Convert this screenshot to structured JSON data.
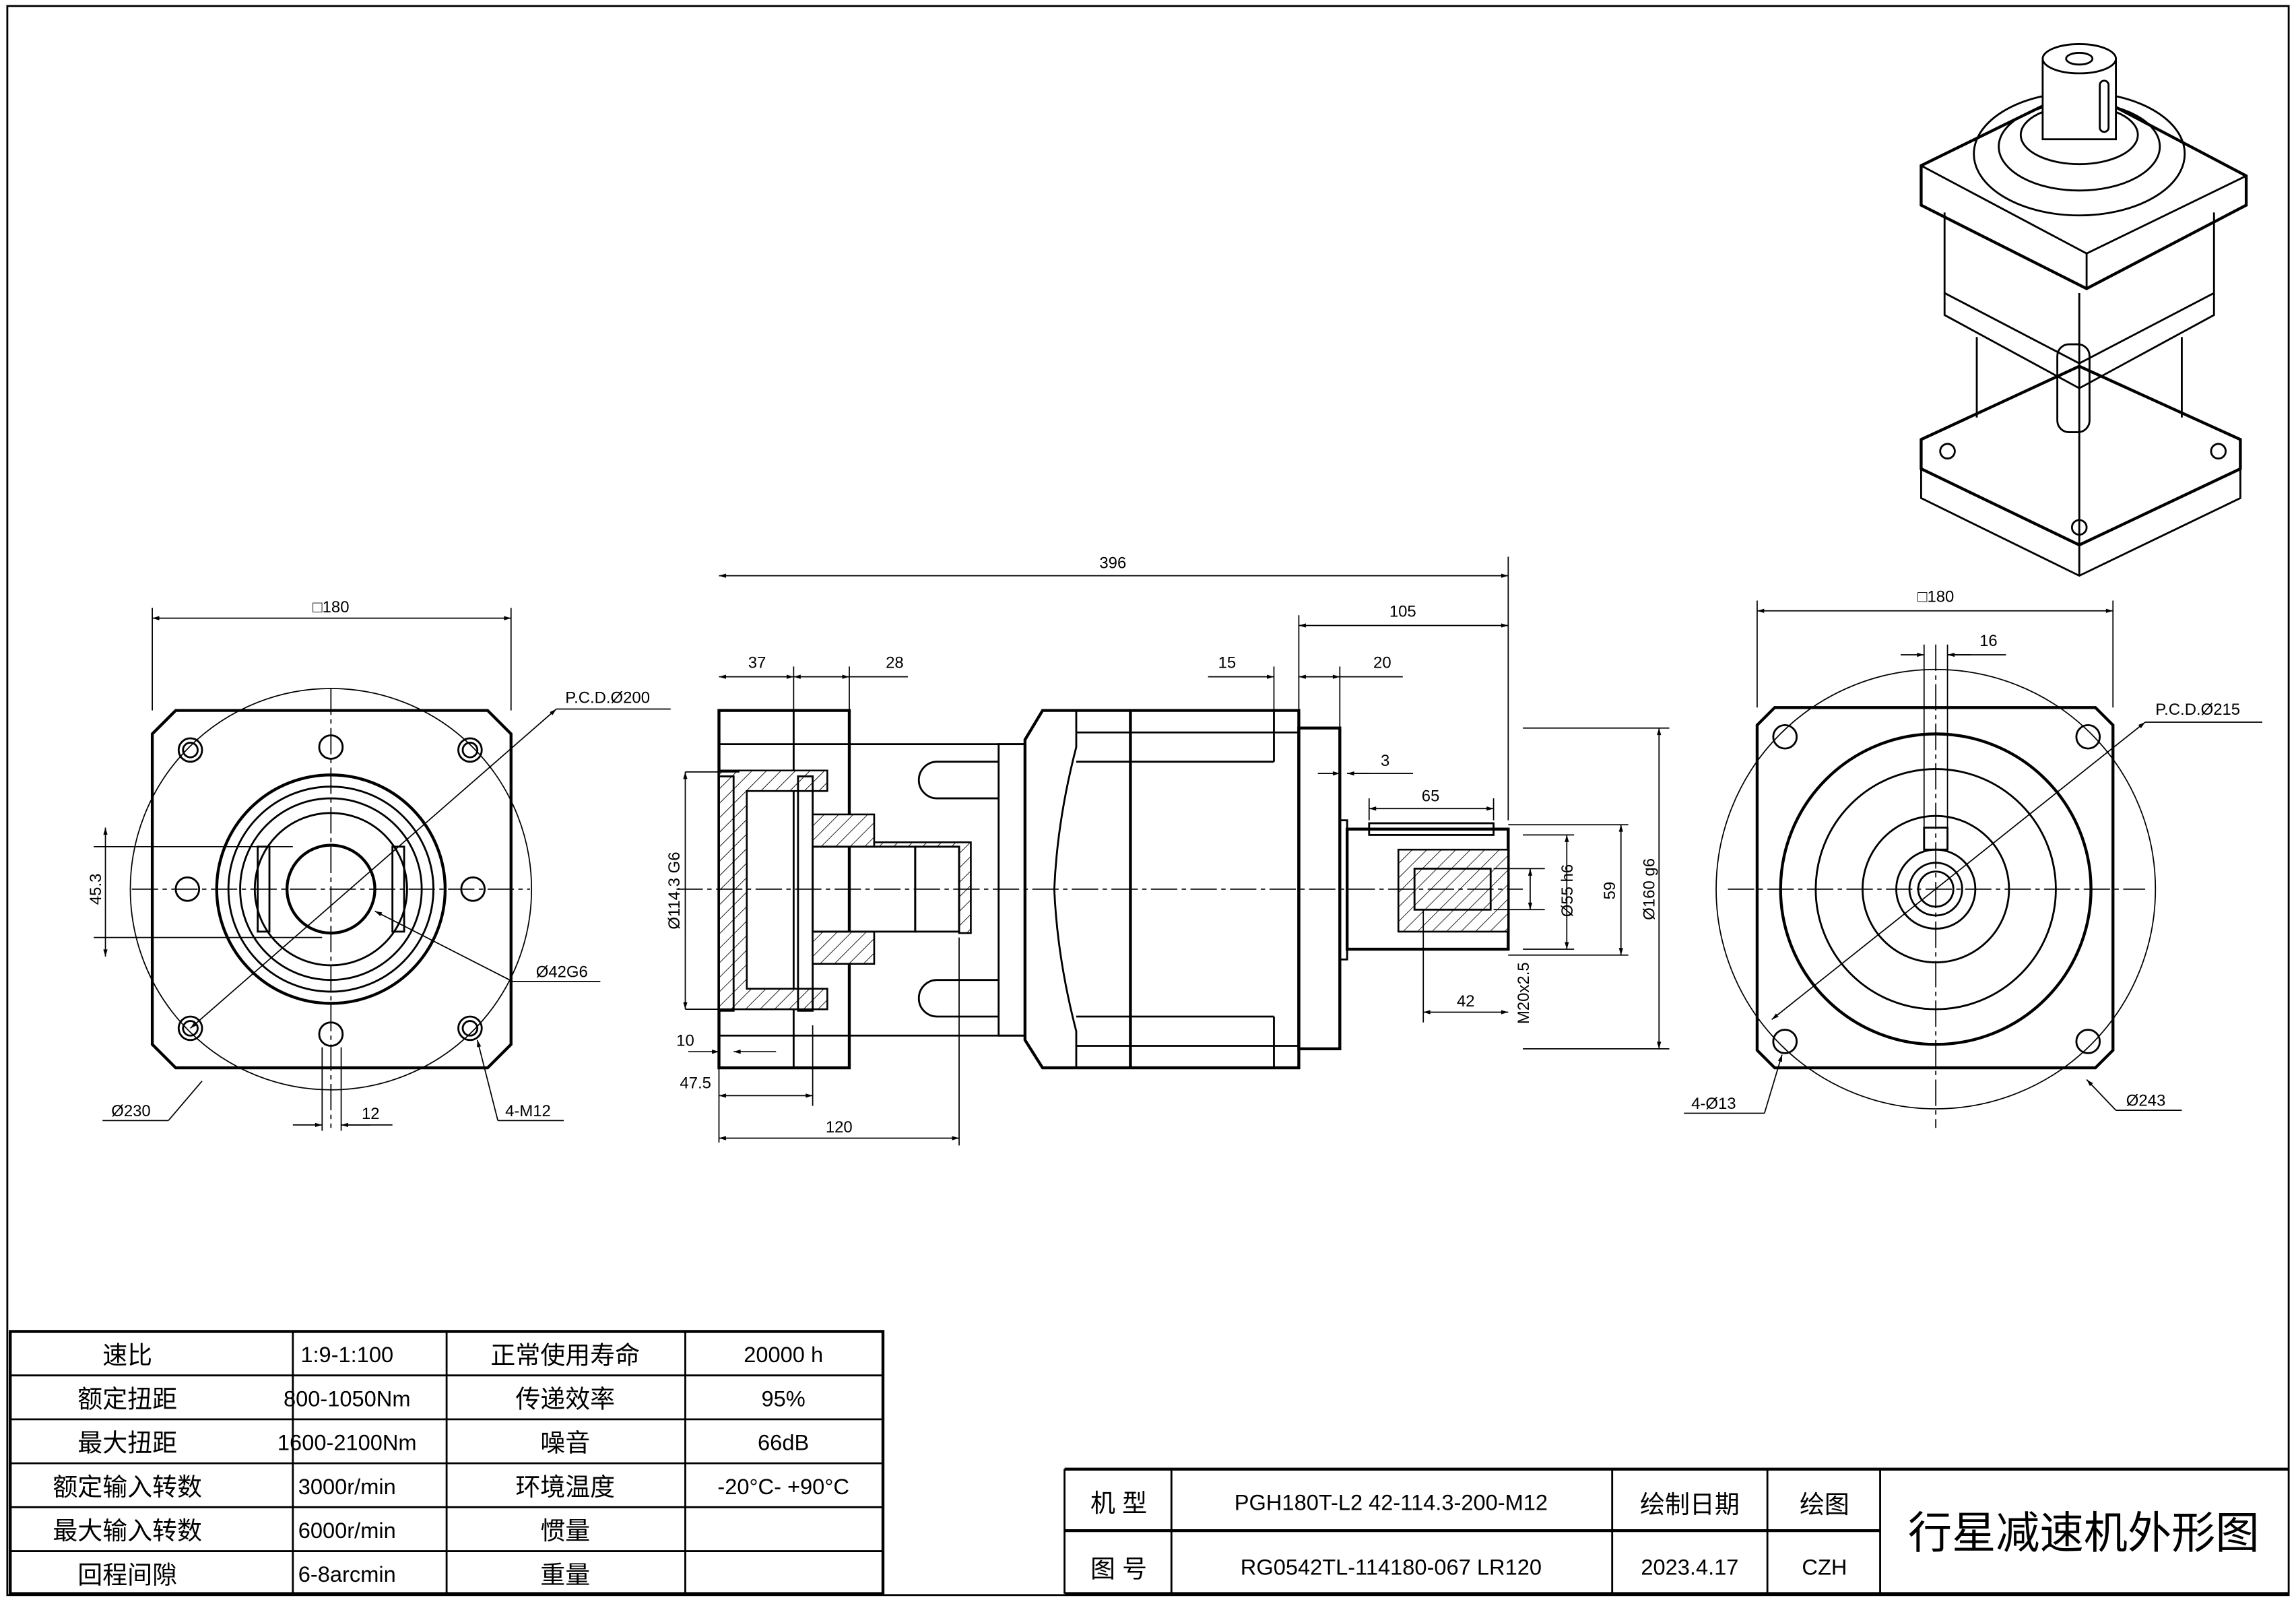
{
  "spec_table": {
    "rows": [
      {
        "label1": "速比",
        "value1": "1:9-1:100",
        "label2": "正常使用寿命",
        "value2": "20000 h"
      },
      {
        "label1": "额定扭距",
        "value1": "800-1050Nm",
        "label2": "传递效率",
        "value2": "95%"
      },
      {
        "label1": "最大扭距",
        "value1": "1600-2100Nm",
        "label2": "噪音",
        "value2": "66dB"
      },
      {
        "label1": "额定输入转数",
        "value1": "3000r/min",
        "label2": "环境温度",
        "value2": "-20°C- +90°C"
      },
      {
        "label1": "最大输入转数",
        "value1": "6000r/min",
        "label2": "惯量",
        "value2": ""
      },
      {
        "label1": "回程间隙",
        "value1": "6-8arcmin",
        "label2": "重量",
        "value2": ""
      }
    ]
  },
  "title_block": {
    "model_label": "机 型",
    "model_value": "PGH180T-L2 42-114.3-200-M12",
    "drawing_no_label": "图 号",
    "drawing_no_value": "RG0542TL-114180-067 LR120",
    "date_label": "绘制日期",
    "date_value": "2023.4.17",
    "drawn_label": "绘图",
    "drawn_value": "CZH",
    "title": "行星减速机外形图"
  },
  "left_view": {
    "square": "□180",
    "pcd": "P.C.D.Ø200",
    "dim_45": "45.3",
    "bore": "Ø42G6",
    "outer": "Ø230",
    "key": "12",
    "holes": "4-M12"
  },
  "side_view": {
    "overall": "396",
    "d105": "105",
    "d37": "37",
    "d28": "28",
    "d15": "15",
    "d20": "20",
    "d3": "3",
    "d65": "65",
    "d114": "Ø114.3 G6",
    "d55": "Ø55 h6",
    "d59": "59",
    "d160": "Ø160 g6",
    "thread": "M20x2.5",
    "d42": "42",
    "d10": "10",
    "d47": "47.5",
    "d120": "120"
  },
  "right_view": {
    "square": "□180",
    "key": "16",
    "pcd": "P.C.D.Ø215",
    "holes": "4-Ø13",
    "outer": "Ø243"
  }
}
